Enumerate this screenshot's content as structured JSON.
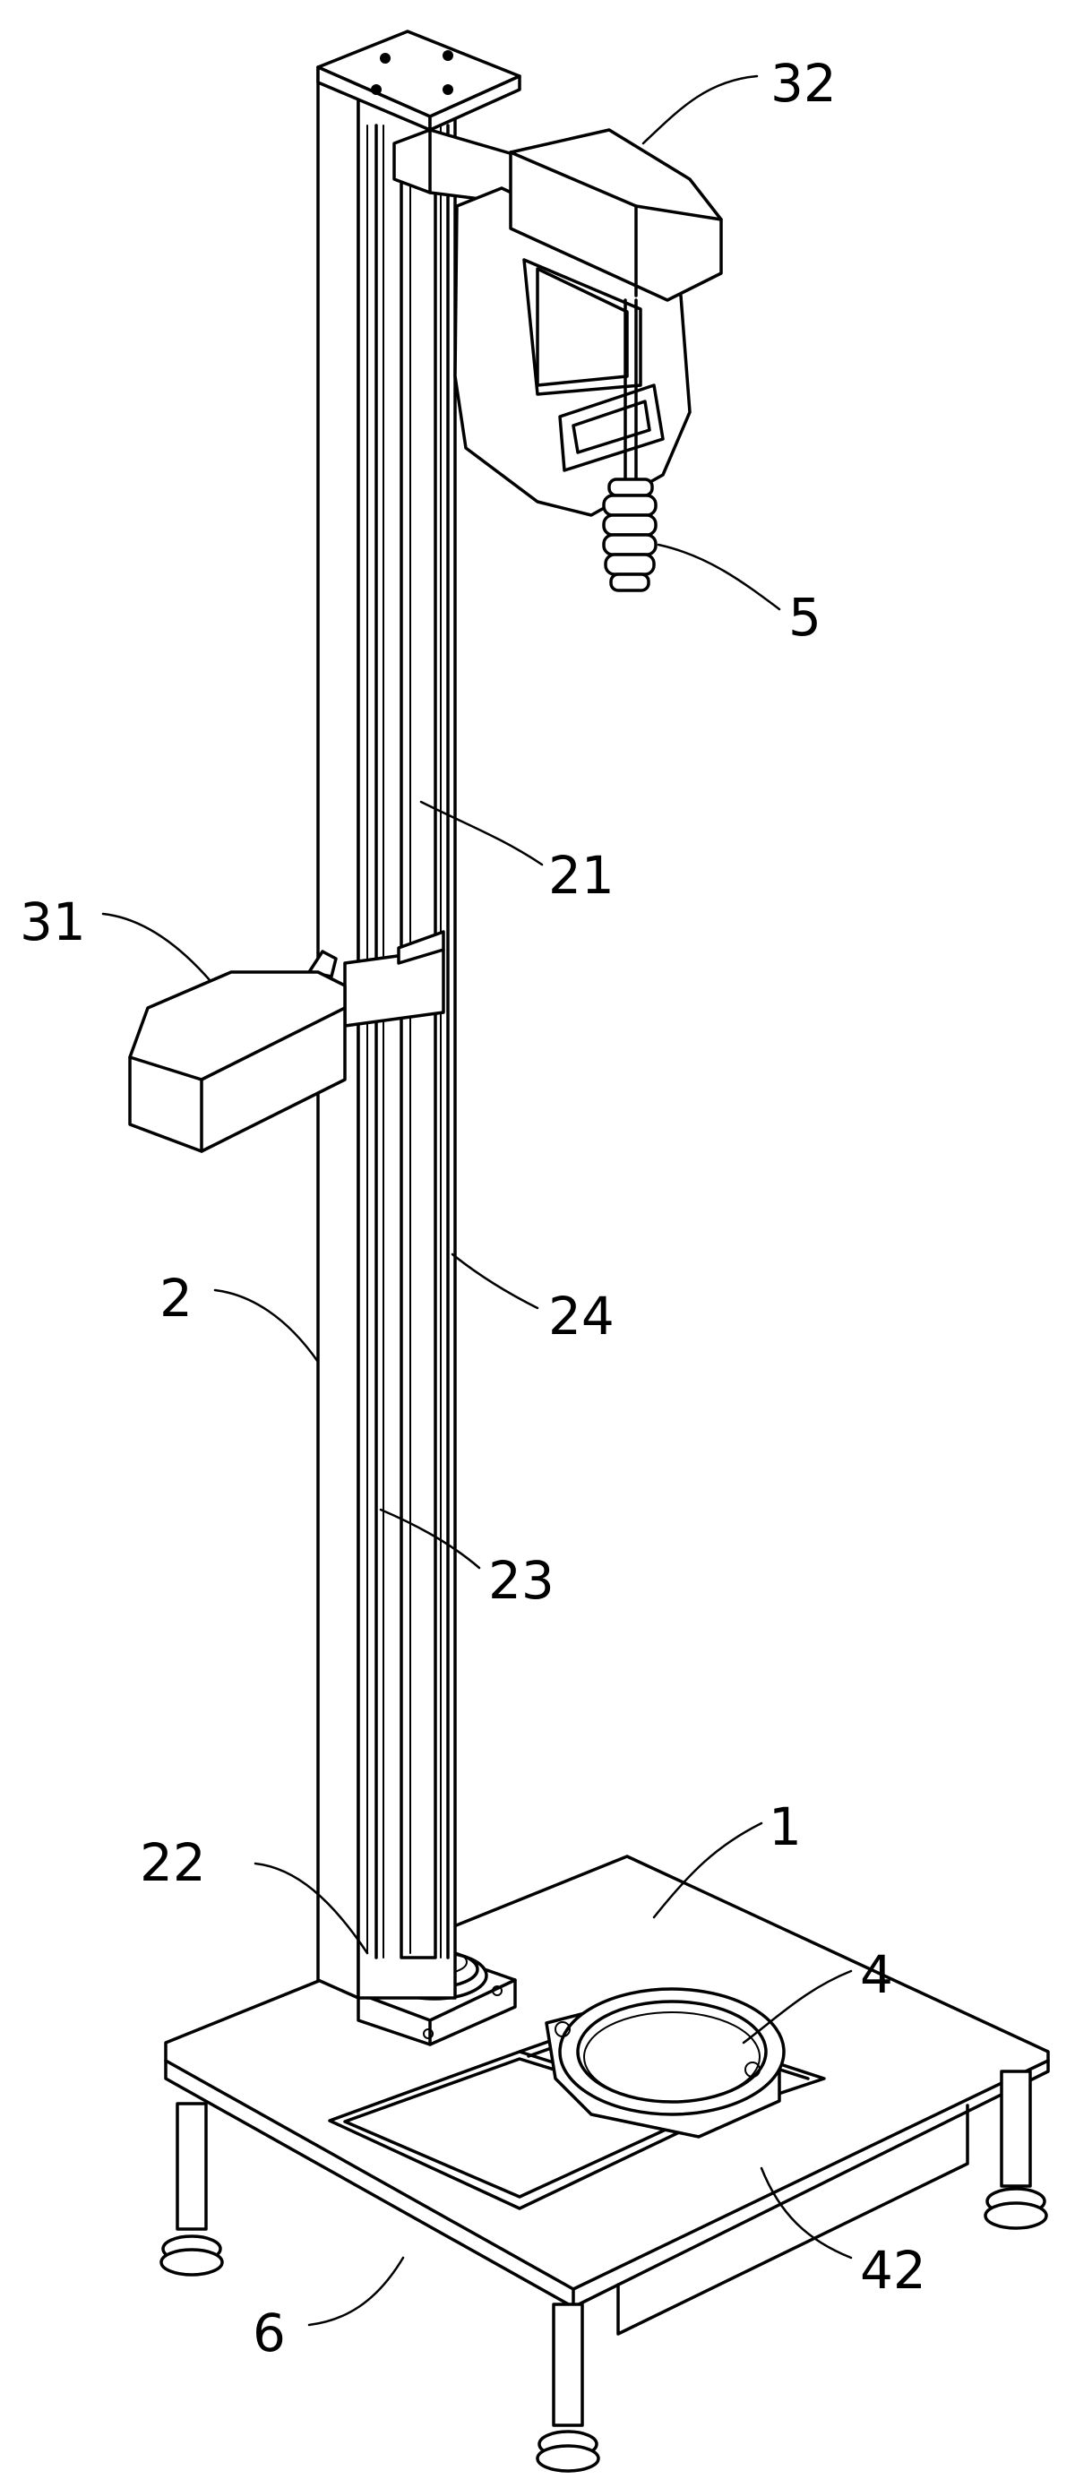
{
  "labels": {
    "base": "1",
    "column": "2",
    "shaft": "21",
    "bearing_seat": "22",
    "rail": "23",
    "edge": "24",
    "lower_arm_head": "31",
    "upper_arm_head": "32",
    "ring_holder": "4",
    "ring_clamp": "42",
    "spring_probe": "5",
    "plate_frame": "6"
  },
  "colors": {
    "ink": "#000000",
    "paper": "#ffffff"
  }
}
